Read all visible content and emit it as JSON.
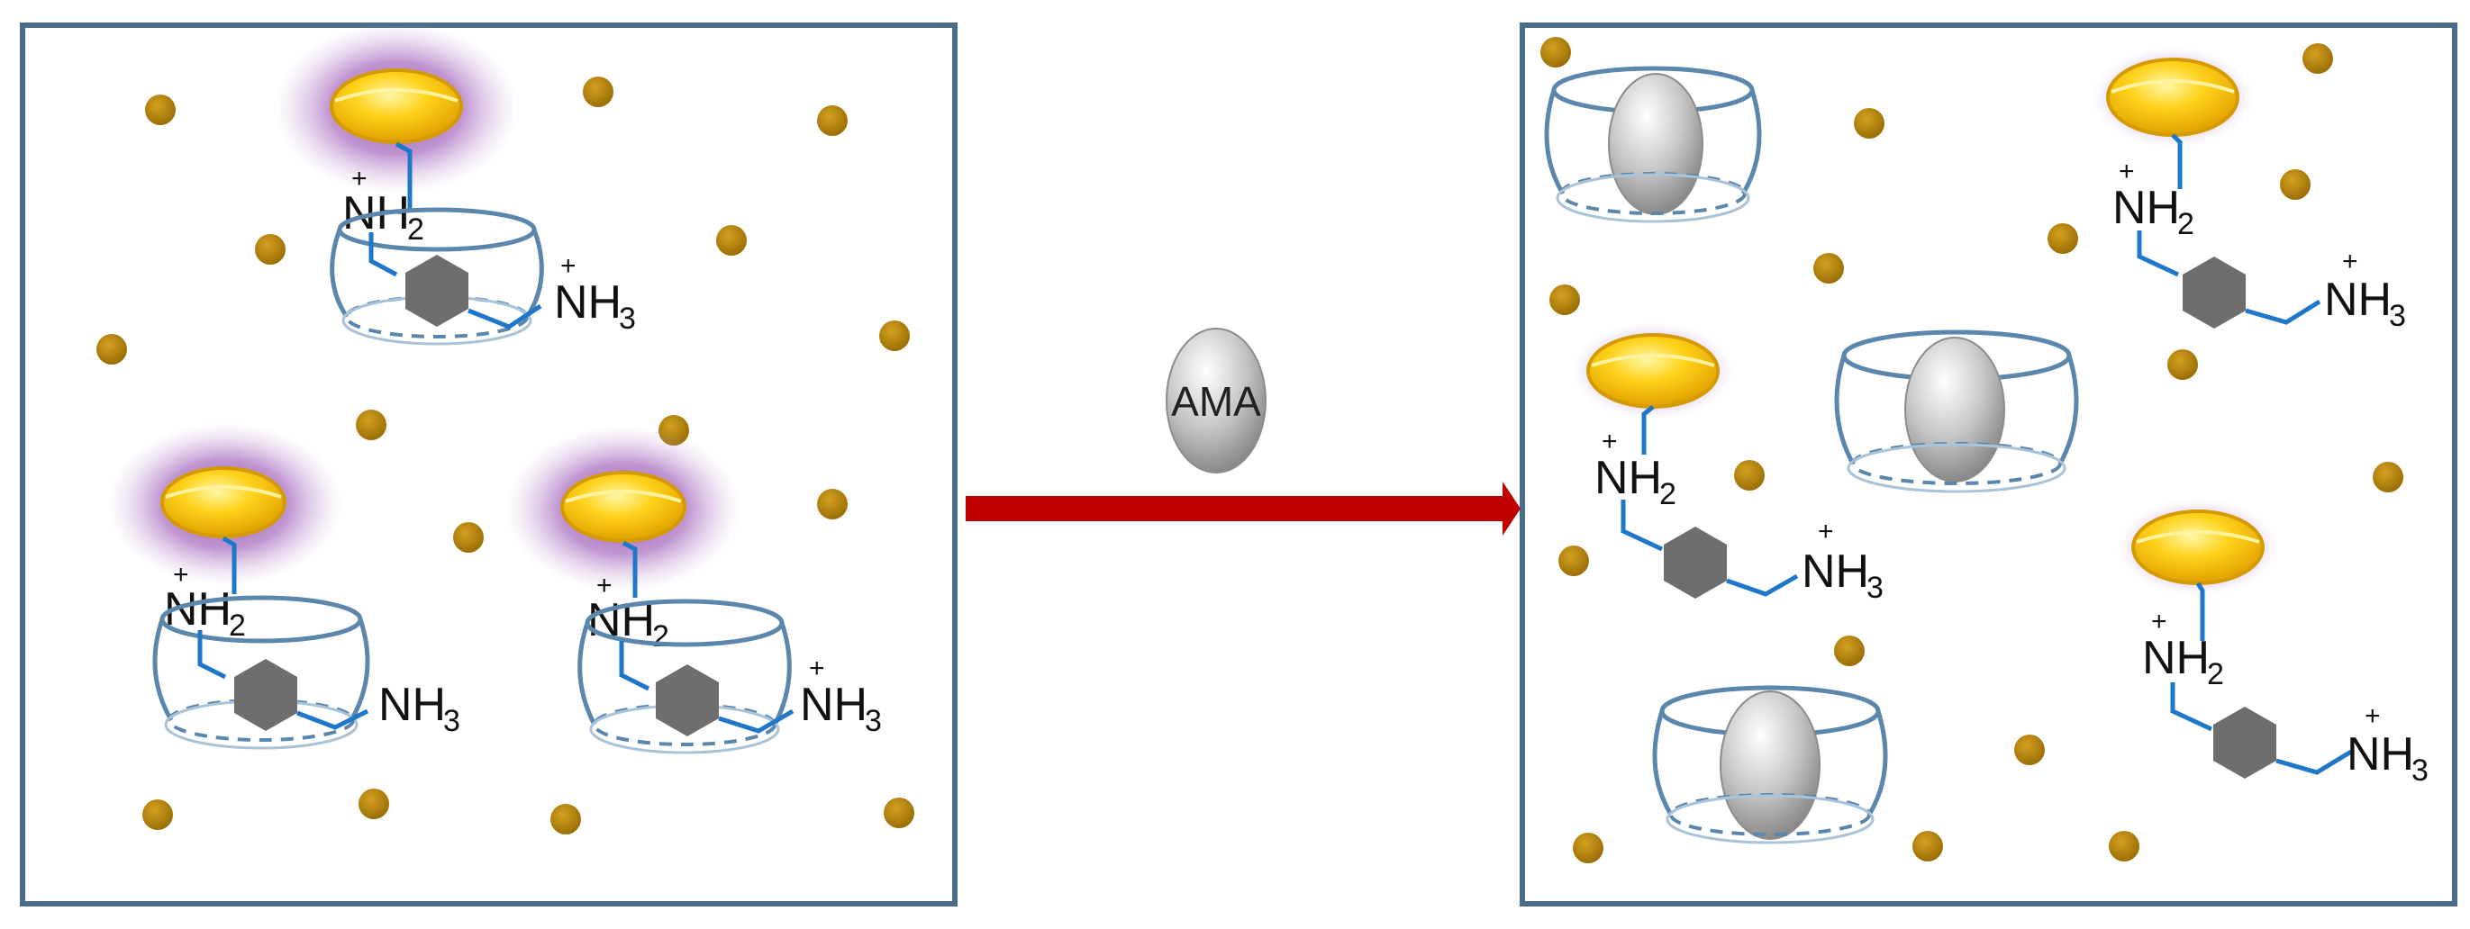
{
  "labels": {
    "secondary_amine": "NH",
    "primary_amine": "NH",
    "subscript_two": "2",
    "subscript_three": "3",
    "charge": "+",
    "guest": "AMA"
  },
  "colors": {
    "panel_border": "#4a6d8c",
    "dot": "#b8860b",
    "linker": "#1f77c9",
    "cavitand": "#5b87ad",
    "arrow": "#c00000",
    "halo": "#9b59c6",
    "fluorophore": "#ffd21a",
    "hexagon": "#6e6e6e",
    "guest": "#c8c8c8"
  },
  "icons": {
    "fluorophore": "yellow-ellipse-fluorophore-icon",
    "cavitand": "barrel-cavitand-icon",
    "ring": "hexagon-ring-icon",
    "guest": "grey-egg-guest-icon",
    "dot": "gold-dot-icon"
  }
}
